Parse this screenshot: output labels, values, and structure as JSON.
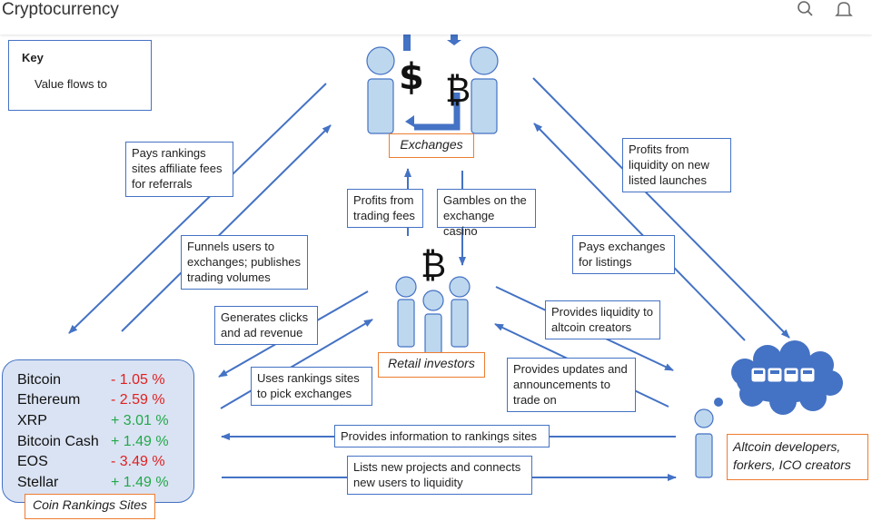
{
  "header": {
    "title": "Cryptocurrency",
    "icons": [
      "search-icon",
      "bell-icon"
    ]
  },
  "key": {
    "title": "Key",
    "label": "Value flows to"
  },
  "nodes": {
    "exchanges": "Exchanges",
    "retail": "Retail investors",
    "altcoin": "Altcoin developers, forkers, ICO creators",
    "rankings": "Coin Rankings Sites"
  },
  "labels": {
    "pays_rankings": "Pays rankings sites affiliate fees for referrals",
    "funnels_users": "Funnels users to exchanges; publishes trading volumes",
    "generates_clicks": "Generates clicks and ad revenue",
    "uses_rankings": "Uses rankings sites to pick exchanges",
    "profits_trading": "Profits from trading fees",
    "gambles": "Gambles on the exchange casino",
    "profits_liquidity": "Profits from liquidity on new listed launches",
    "pays_exchanges": "Pays exchanges for listings",
    "provides_liquidity": "Provides liquidity to altcoin creators",
    "provides_updates": "Provides updates and announcements to trade on",
    "provides_info": "Provides information to rankings sites",
    "lists_projects": "Lists new projects and connects new users to liquidity"
  },
  "rankings": [
    {
      "name": "Bitcoin",
      "change": "- 1.05 %",
      "trend": "down"
    },
    {
      "name": "Ethereum",
      "change": "- 2.59 %",
      "trend": "down"
    },
    {
      "name": "XRP",
      "change": "+ 3.01 %",
      "trend": "up"
    },
    {
      "name": "Bitcoin Cash",
      "change": "+ 1.49 %",
      "trend": "up"
    },
    {
      "name": "EOS",
      "change": "- 3.49 %",
      "trend": "down"
    },
    {
      "name": "Stellar",
      "change": "+ 1.49 %",
      "trend": "up"
    }
  ],
  "symbols": {
    "dollar": "$",
    "bitcoin": "₿"
  },
  "colors": {
    "arrow": "#4472c4",
    "person": "#bdd7ee",
    "negative": "#e02020",
    "positive": "#22a84a",
    "node_border": "#ed7d31"
  }
}
